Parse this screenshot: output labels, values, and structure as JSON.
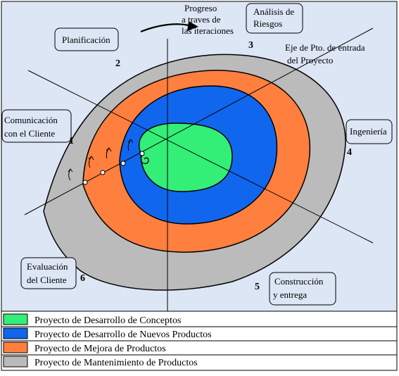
{
  "diagram": {
    "progress_label": [
      "Progreso",
      "a traves de",
      "las iteraciones"
    ],
    "axis_label": [
      "Eje de Pto. de entrada",
      "del Proyecto"
    ],
    "regions": [
      {
        "id": "planificacion",
        "lines": [
          "Planificación"
        ],
        "number": "2"
      },
      {
        "id": "analisis-riesgos",
        "lines": [
          "Análisis de",
          "Riesgos"
        ],
        "number": "3"
      },
      {
        "id": "ingenieria",
        "lines": [
          "Ingeniería"
        ],
        "number": "4"
      },
      {
        "id": "construccion-entrega",
        "lines": [
          "Construcción",
          "y entrega"
        ],
        "number": "5"
      },
      {
        "id": "evaluacion-cliente",
        "lines": [
          "Evaluación",
          "del Cliente"
        ],
        "number": "6"
      },
      {
        "id": "comunicacion-cliente",
        "lines": [
          "Comunicación",
          "con el Cliente"
        ],
        "number": "1"
      }
    ],
    "legend": [
      {
        "label": "Proyecto de Desarrollo de Conceptos",
        "color": "#33ee77"
      },
      {
        "label": "Proyecto de Desarrollo de Nuevos Productos",
        "color": "#1166ee"
      },
      {
        "label": "Proyecto de Mejora de Productos",
        "color": "#ff7f3f"
      },
      {
        "label": "Proyecto de Mantenimiento de Productos",
        "color": "#bbbbbb"
      }
    ],
    "colors": {
      "background": "#dde6f5",
      "grey": "#bbbbbb",
      "orange": "#ff7f3f",
      "blue": "#1166ee",
      "green": "#33ee77"
    }
  }
}
